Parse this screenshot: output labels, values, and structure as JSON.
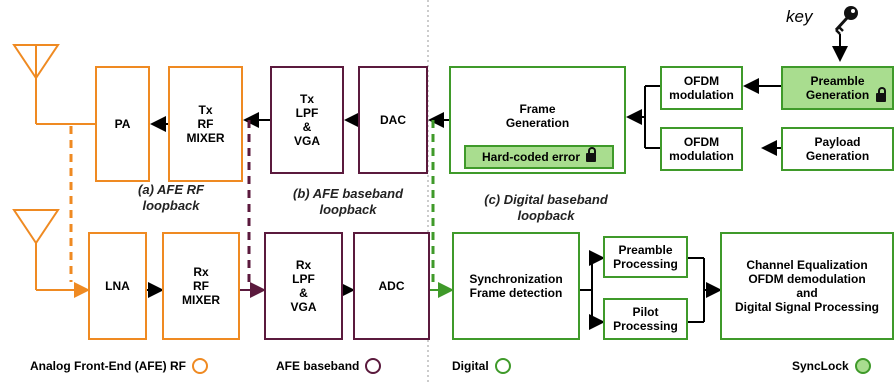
{
  "blocks": {
    "pa": "PA",
    "tx_rf_mixer": "Tx\nRF\nMIXER",
    "tx_lpf_vga": "Tx\nLPF\n&\nVGA",
    "dac": "DAC",
    "frame_generation": "Frame\nGeneration",
    "hard_coded_error": "Hard-coded error",
    "ofdm_mod_top": "OFDM\nmodulation",
    "preamble_generation": "Preamble\nGeneration",
    "ofdm_mod_bottom": "OFDM\nmodulation",
    "payload_generation": "Payload\nGeneration",
    "lna": "LNA",
    "rx_rf_mixer": "Rx\nRF\nMIXER",
    "rx_lpf_vga": "Rx\nLPF\n&\nVGA",
    "adc": "ADC",
    "sync_frame_detection": "Synchronization\nFrame detection",
    "preamble_processing": "Preamble\nProcessing",
    "pilot_processing": "Pilot\nProcessing",
    "channel_eq": "Channel Equalization\nOFDM demodulation\nand\nDigital Signal Processing"
  },
  "captions": {
    "afe_rf_loopback": "(a) AFE RF\nloopback",
    "afe_baseband_loopback": "(b) AFE baseband\nloopback",
    "digital_baseband_loopback": "(c) Digital baseband\nloopback"
  },
  "key_label": "key",
  "legend": {
    "afe_rf": "Analog Front-End (AFE) RF",
    "afe_baseband": "AFE baseband",
    "digital": "Digital",
    "synclock": "SyncLock"
  },
  "colors": {
    "afe_rf": "#ef8a22",
    "afe_baseband": "#5b1a3d",
    "digital": "#3f9a2a",
    "synclock_fill": "#a9dd8f"
  },
  "icons": [
    "antenna-icon",
    "key-icon",
    "lock-icon"
  ]
}
